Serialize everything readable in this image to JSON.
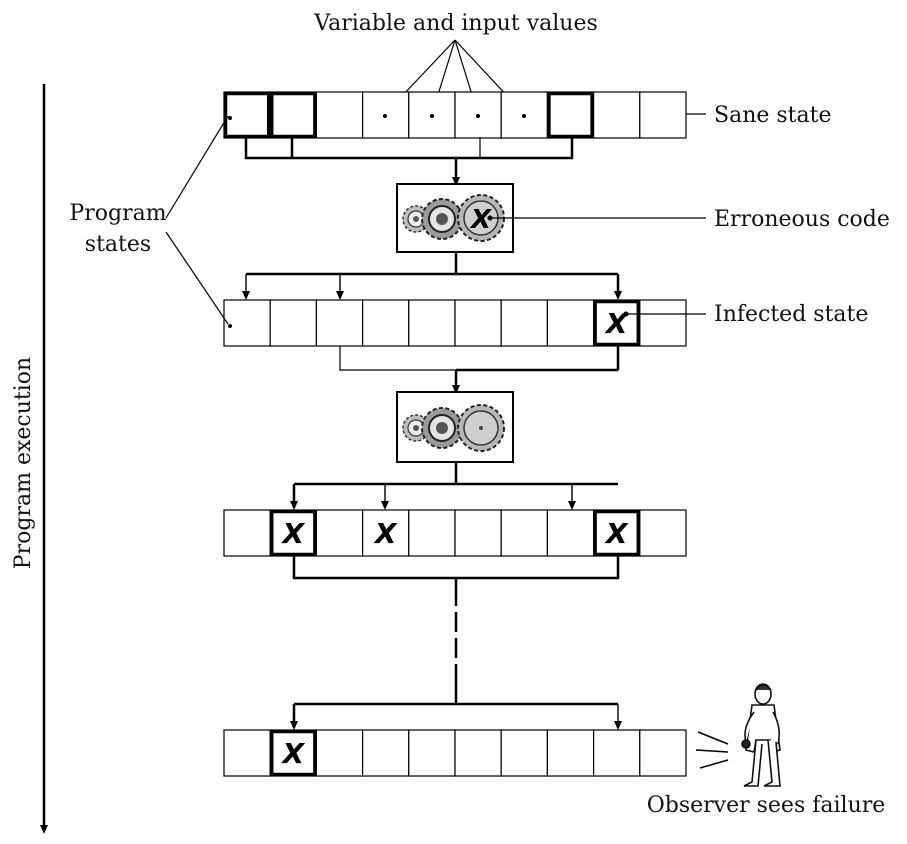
{
  "labels": {
    "inputs": "Variable and input values",
    "program_states_line1": "Program",
    "program_states_line2": "states",
    "execution": "Program execution",
    "sane": "Sane state",
    "erroneous": "Erroneous code",
    "infected": "Infected state",
    "observer": "Observer sees failure"
  },
  "infection_mark": "X",
  "rows": [
    {
      "name": "sane-state",
      "cells": 10,
      "bold": [
        0,
        1,
        7
      ],
      "infected": []
    },
    {
      "name": "infected-state",
      "cells": 10,
      "bold": [
        8
      ],
      "infected": [
        8
      ]
    },
    {
      "name": "propagated-state",
      "cells": 10,
      "bold": [
        1,
        8
      ],
      "infected": [
        1,
        3,
        8
      ]
    },
    {
      "name": "failure-state",
      "cells": 10,
      "bold": [
        1
      ],
      "infected": [
        1
      ]
    }
  ],
  "code_blocks": [
    {
      "name": "erroneous-code-block",
      "erroneous": true
    },
    {
      "name": "code-block",
      "erroneous": false
    }
  ]
}
